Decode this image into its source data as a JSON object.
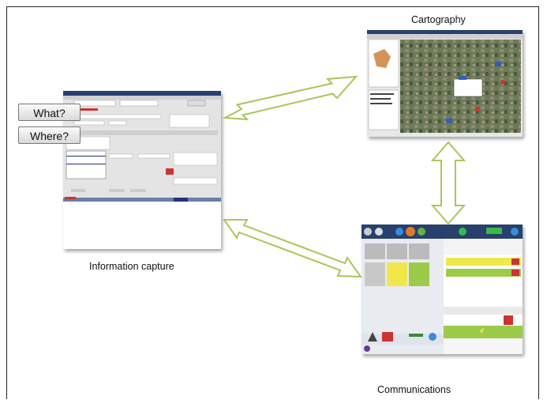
{
  "labels": {
    "cartography": "Cartography",
    "information_capture": "Information capture",
    "communications": "Communications"
  },
  "buttons": {
    "what": "What?",
    "where": "Where?"
  },
  "colors": {
    "arrow_stroke": "#a9c65a",
    "arrow_fill": "#ffffff",
    "toolbar_blue": "#27406e",
    "yellow_pane": "#f0e84a",
    "green_pane": "#9ccb4a"
  },
  "icons": [
    "double-arrow-icon"
  ]
}
